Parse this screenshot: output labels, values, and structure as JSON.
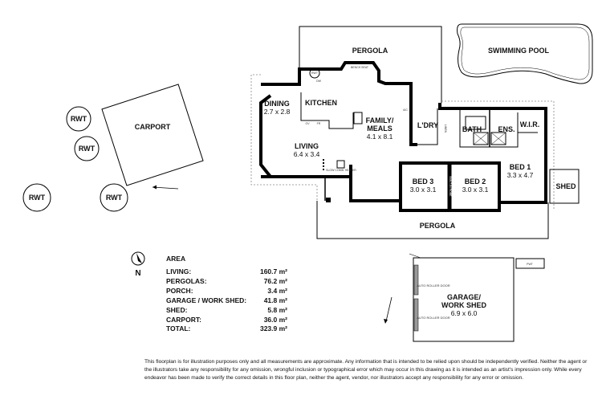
{
  "rooms": {
    "pergola_top": "PERGOLA",
    "pergola_bottom": "PERGOLA",
    "swimming_pool": "SWIMMING POOL",
    "carport": "CARPORT",
    "rwt": "RWT",
    "dining": {
      "name": "DINING",
      "size": "2.7 x 2.8"
    },
    "kitchen": "KITCHEN",
    "family": {
      "name1": "FAMILY/",
      "name2": "MEALS",
      "size": "4.1 x 8.1"
    },
    "living": {
      "name": "LIVING",
      "size": "6.4 x 3.4"
    },
    "laundry": "L'DRY",
    "bath": "BATH",
    "ensuite": "ENS.",
    "wir": "W.I.R.",
    "bed1": {
      "name": "BED 1",
      "size": "3.3 x 4.7"
    },
    "bed2": {
      "name": "BED 2",
      "size": "3.0 x 3.1"
    },
    "bed3": {
      "name": "BED 3",
      "size": "3.0 x 3.1"
    },
    "shed": "SHED",
    "garage": {
      "name1": "GARAGE/",
      "name2": "WORK SHED",
      "size": "6.9 x 6.0"
    }
  },
  "annotations": {
    "bench_seat": "BENCH SEAT",
    "ac": "A/C",
    "linen": "LINEN",
    "heater": "SLOW COMB. HEATER",
    "dw": "DW",
    "ov": "OV",
    "frig": "FR",
    "auto_roller_door_1": "AUTO ROLLER DOOR",
    "auto_roller_door_2": "AUTO ROLLER DOOR",
    "pwt": "PWT",
    "rwt_small": "RWT",
    "built_in_robe": "BUILT-IN ROBE"
  },
  "compass": {
    "label": "N",
    "icon": "north-arrow-icon"
  },
  "area": {
    "title": "AREA",
    "rows": [
      {
        "label": "LIVING:",
        "value": "160.7 m²"
      },
      {
        "label": "PERGOLAS:",
        "value": "76.2 m²"
      },
      {
        "label": "PORCH:",
        "value": "3.4 m²"
      },
      {
        "label": "GARAGE / WORK SHED:",
        "value": "41.8 m²"
      },
      {
        "label": "SHED:",
        "value": "5.8 m²"
      },
      {
        "label": "CARPORT:",
        "value": "36.0 m²"
      }
    ],
    "total_label": "TOTAL:",
    "total_value": "323.9 m²"
  },
  "disclaimer": "This floorplan is for illustration purposes only and all measurements are approximate. Any information that is intended to be relied upon should be independently verified. Neither the agent or the illustrators take any responsibility for any omission, wrongful inclusion or typographical error which may occur in this drawing as it is intended as an artist's impression only. While every endeavor has been made to verify the correct details in this floor plan, neither the agent, vendor, nor illustrators accept any responsibility for any error or omission."
}
